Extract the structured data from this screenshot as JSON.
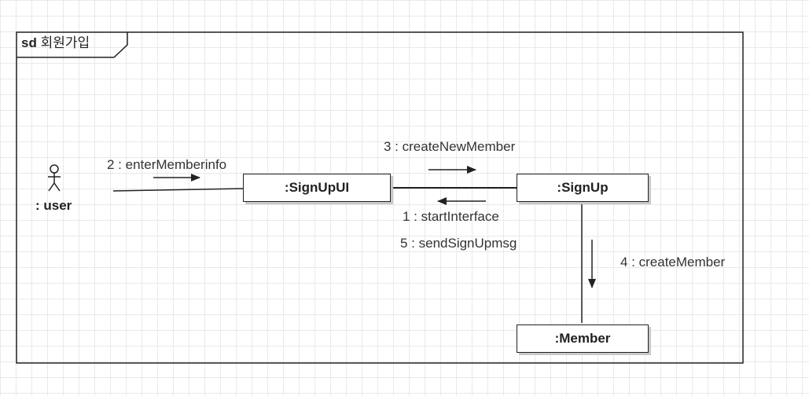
{
  "frame": {
    "keyword": "sd",
    "name": "회원가입"
  },
  "actor": {
    "label": ": user"
  },
  "objects": [
    {
      "label": ":SignUpUI"
    },
    {
      "label": ":SignUp"
    },
    {
      "label": ":Member"
    }
  ],
  "messages": [
    {
      "label": "2 : enterMemberinfo"
    },
    {
      "label": "3 : createNewMember"
    },
    {
      "label": "1 : startInterface"
    },
    {
      "label": "5 : sendSignUpmsg"
    },
    {
      "label": "4 : createMember"
    }
  ]
}
